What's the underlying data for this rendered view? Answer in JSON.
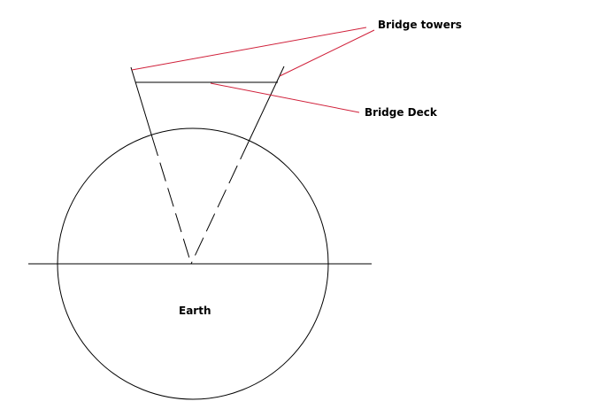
{
  "labels": {
    "towers": "Bridge towers",
    "deck": "Bridge Deck",
    "earth": "Earth"
  },
  "colors": {
    "line": "#000000",
    "pointer": "#d0203a"
  }
}
